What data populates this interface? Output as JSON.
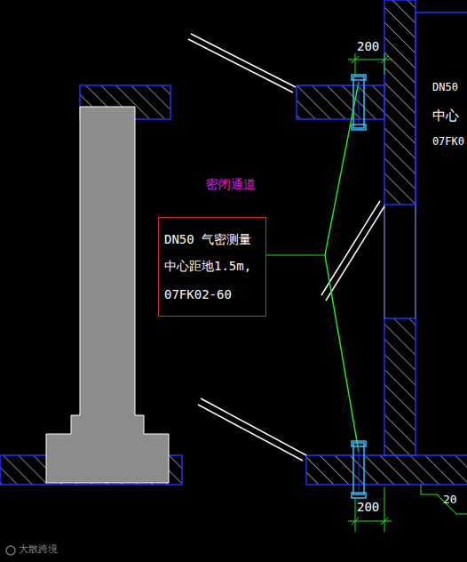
{
  "diagram": {
    "nodes": [
      {
        "text": [
          "DN50 气密测量",
          "中心距地1.5m,",
          "07FK02-60"
        ]
      }
    ],
    "labels": [
      "密闭通道",
      "200",
      "200",
      "DN50",
      "中心",
      "07FK0",
      "20",
      "大散跨境"
    ]
  }
}
